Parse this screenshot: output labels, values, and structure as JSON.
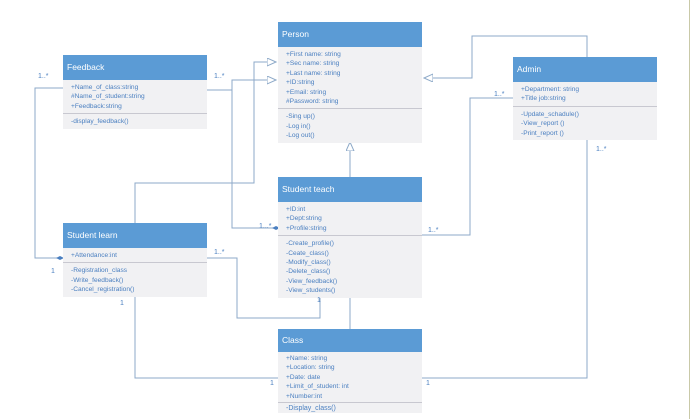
{
  "classes": {
    "person": {
      "name": "Person",
      "attributes": [
        "+First name: string",
        "+Sec name: string",
        "+Last name: string",
        "+ID:string",
        "+Email: string",
        "#Password: string"
      ],
      "methods": [
        "-Sing up()",
        "-Log in()",
        "-Log out()"
      ]
    },
    "feedback": {
      "name": "Feedback",
      "attributes": [
        "+Name_of_class:string",
        "#Name_of_student:string",
        "+Feedback:string"
      ],
      "methods": [
        "-display_feedback()"
      ]
    },
    "admin": {
      "name": "Admin",
      "attributes": [
        "+Department: string",
        "+Title job:string"
      ],
      "methods": [
        "-Update_schadule()",
        "-View_report ()",
        "-Print_report ()"
      ]
    },
    "student_teach": {
      "name": "Student teach",
      "attributes": [
        "+ID:int",
        "+Dept:string",
        "+Profile:string"
      ],
      "methods": [
        "-Create_profile()",
        "-Ceate_class()",
        "-Modify_class()",
        "-Delete_class()",
        "-View_feedback()",
        "-View_students()"
      ]
    },
    "student_learn": {
      "name": "Student learn",
      "attributes": [
        "+Attendance:int"
      ],
      "methods": [
        "-Registration_class",
        "-Write_feedback()",
        "-Cancel_registration()"
      ]
    },
    "class": {
      "name": "Class",
      "attributes": [
        "+Name: string",
        "+Location: string",
        "+Date: date",
        "+Limit_of_student: int",
        "+Number:int"
      ],
      "methods": [
        "-Display_class()"
      ]
    }
  },
  "multiplicities": {
    "feedback_left": "1..*",
    "feedback_right": "1..*",
    "admin_left": "1..*",
    "admin_bottom": "1..*",
    "teach_left": "1...*",
    "teach_right": "1..*",
    "teach_bottom": "1",
    "learn_right": "1..*",
    "learn_left": "1",
    "learn_bottom": "1",
    "class_left": "1",
    "class_right": "1"
  },
  "colors": {
    "header": "#5b9bd5",
    "body": "#f1f1f3",
    "text": "#4a7fc0",
    "line": "#8da9c8"
  }
}
